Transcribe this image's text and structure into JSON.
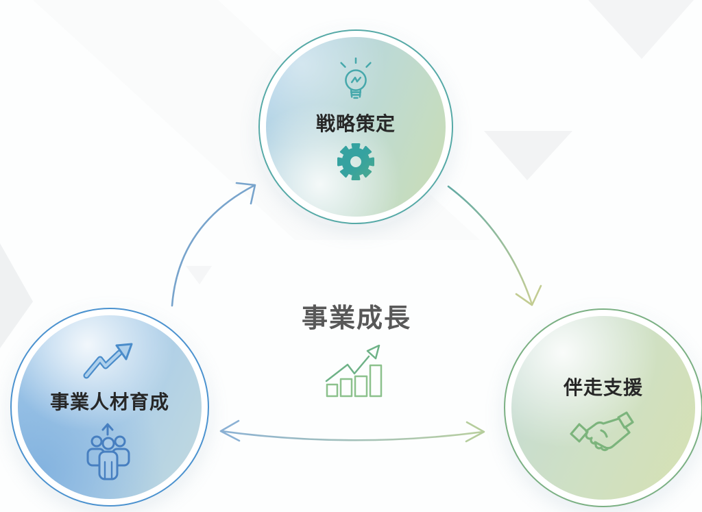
{
  "diagram": {
    "center": {
      "title": "事業成長",
      "icon": "growth-chart-icon"
    },
    "nodes": {
      "strategy": {
        "label": "戦略策定",
        "icons": [
          "lightbulb-icon",
          "gear-icon"
        ],
        "accent_color": "#55a9a6"
      },
      "talent": {
        "label": "事業人材育成",
        "icons": [
          "trend-up-arrow-icon",
          "team-growth-icon"
        ],
        "accent_color": "#4b92cf"
      },
      "support": {
        "label": "伴走支援",
        "icons": [
          "handshake-icon"
        ],
        "accent_color": "#7bb083"
      }
    },
    "arrows": [
      {
        "name": "talent-to-strategy",
        "direction": "up",
        "color": "#78a4cc"
      },
      {
        "name": "strategy-to-support",
        "direction": "down",
        "color_start": "#62aaa3",
        "color_end": "#c7ce95"
      },
      {
        "name": "talent-support-bidirectional",
        "direction": "both",
        "color_start": "#8bb1d4",
        "color_end": "#b9cf9e"
      }
    ]
  }
}
